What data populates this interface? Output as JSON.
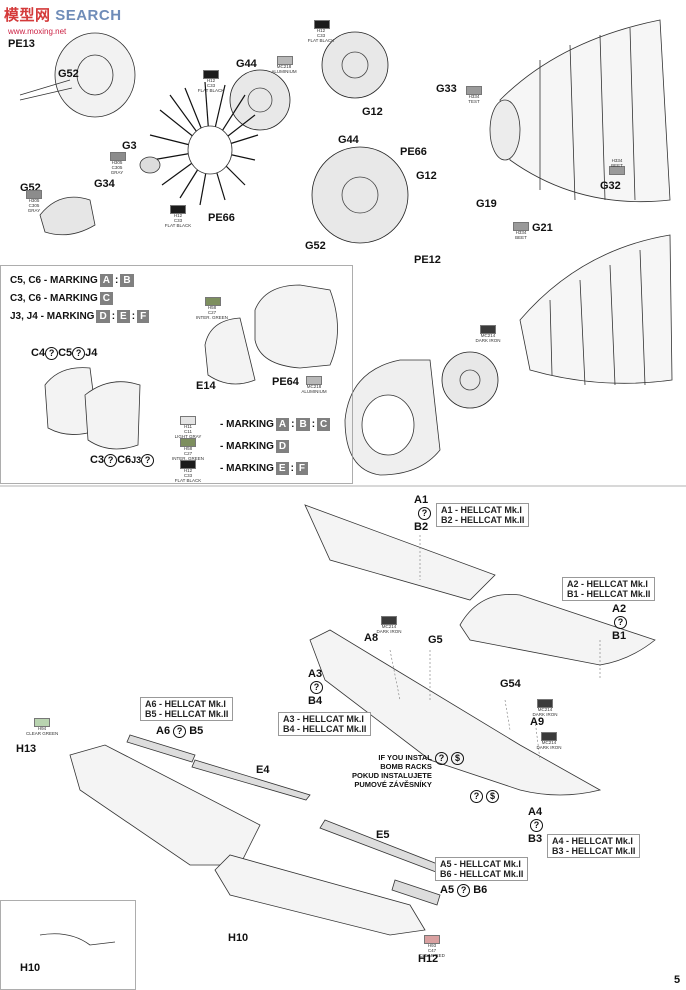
{
  "watermark": {
    "brand": "SEARCH",
    "logo_text": "模型网",
    "url": "www.moxing.net"
  },
  "page_number": "5",
  "engine_parts": [
    {
      "id": "pe13",
      "label": "PE13"
    },
    {
      "id": "g52a",
      "label": "G52"
    },
    {
      "id": "g44a",
      "label": "G44"
    },
    {
      "id": "g12a",
      "label": "G12"
    },
    {
      "id": "g3",
      "label": "G3"
    },
    {
      "id": "g34",
      "label": "G34"
    },
    {
      "id": "g52b",
      "label": "G52"
    },
    {
      "id": "pe66a",
      "label": "PE66"
    },
    {
      "id": "g44b",
      "label": "G44"
    },
    {
      "id": "pe66b",
      "label": "PE66"
    },
    {
      "id": "g12b",
      "label": "G12"
    },
    {
      "id": "g52c",
      "label": "G52"
    },
    {
      "id": "g33",
      "label": "G33"
    },
    {
      "id": "g32",
      "label": "G32"
    },
    {
      "id": "g19",
      "label": "G19"
    },
    {
      "id": "g21",
      "label": "G21"
    },
    {
      "id": "pe12",
      "label": "PE12"
    }
  ],
  "paint_callouts": [
    {
      "id": "c1",
      "code": "H12\nC33\nFLAT BLACK",
      "color": "#1b1b1b"
    },
    {
      "id": "c2",
      "code": "MC218\nALUMINIUM",
      "color": "#b8b8b8"
    },
    {
      "id": "c3",
      "code": "H12\nC33\nFLAT BLACK",
      "color": "#1b1b1b"
    },
    {
      "id": "c4",
      "code": "H305\nC305\nGRAY",
      "color": "#8c8c8c"
    },
    {
      "id": "c5",
      "code": "H305\nC305\nGRAY",
      "color": "#8c8c8c"
    },
    {
      "id": "c6",
      "code": "H12\nC33\nFLAT BLACK",
      "color": "#1b1b1b"
    },
    {
      "id": "c7",
      "code": "H334\nTEST",
      "color": "#9a9a9a"
    },
    {
      "id": "c8",
      "code": "H334\nBEET",
      "color": "#9a9a9a"
    },
    {
      "id": "c9",
      "code": "H334\nBEET",
      "color": "#9a9a9a"
    }
  ],
  "cowl_section": {
    "marking_lines": [
      {
        "parts": "C5, C6 - MARKING",
        "chips": [
          "A",
          "B"
        ]
      },
      {
        "parts": "C3, C6 - MARKING",
        "chips": [
          "C"
        ]
      },
      {
        "parts": "J3, J4 - MARKING",
        "chips": [
          "D",
          "E",
          "F"
        ]
      }
    ],
    "labels": {
      "c4": "C4",
      "c5": "C5",
      "j4": "J4",
      "c3": "C3",
      "c6": "C6",
      "j3": "J3",
      "e14": "E14",
      "pe64": "PE64"
    },
    "callouts": {
      "h58": "H58\nC27\nINTER. GREEN",
      "mc218": "MC218\nALUMINIUM",
      "mc214": "MC214\nDARK IRON"
    },
    "paint_marking_rows": [
      {
        "code": "H11\nC11\nLIGHT GRAY",
        "color": "#e4e4e4",
        "text": "- MARKING",
        "chips": [
          "A",
          "B",
          "C"
        ]
      },
      {
        "code": "H58\nC27\nINTER. GREEN",
        "color": "#7d8f5e",
        "text": "- MARKING",
        "chips": [
          "D"
        ]
      },
      {
        "code": "H12\nC33\nFLAT BLACK",
        "color": "#1b1b1b",
        "text": "- MARKING",
        "chips": [
          "E",
          "F"
        ]
      }
    ]
  },
  "wing_section": {
    "parts": {
      "a1": "A1",
      "b2": "B2",
      "a2": "A2",
      "b1": "B1",
      "a8": "A8",
      "g5": "G5",
      "a3": "A3",
      "b4": "B4",
      "g54": "G54",
      "a9": "A9",
      "a4": "A4",
      "b3": "B3",
      "a6": "A6",
      "b5": "B5",
      "e4": "E4",
      "e5": "E5",
      "a5": "A5",
      "b6": "B6",
      "h13": "H13",
      "h10a": "H10",
      "h10b": "H10",
      "h12": "H12"
    },
    "variant_notes": [
      {
        "id": "n1",
        "lines": [
          "A1 - HELLCAT Mk.I",
          "B2 - HELLCAT Mk.II"
        ]
      },
      {
        "id": "n2",
        "lines": [
          "A2 - HELLCAT Mk.I",
          "B1 - HELLCAT Mk.II"
        ]
      },
      {
        "id": "n3",
        "lines": [
          "A3 - HELLCAT Mk.I",
          "B4 - HELLCAT Mk.II"
        ]
      },
      {
        "id": "n4",
        "lines": [
          "A6 - HELLCAT Mk.I",
          "B5 - HELLCAT Mk.II"
        ]
      },
      {
        "id": "n5",
        "lines": [
          "A4 - HELLCAT Mk.I",
          "B3 - HELLCAT Mk.II"
        ]
      },
      {
        "id": "n6",
        "lines": [
          "A5 - HELLCAT Mk.I",
          "B6 - HELLCAT Mk.II"
        ]
      }
    ],
    "bomb_rack_note": [
      "IF YOU INSTAL",
      "BOMB RACKS",
      "POKUD INSTALUJETE",
      "PUMOVÉ ZÁVĚSNÍKY"
    ],
    "callouts": {
      "mc214a": "MC214\nDARK IRON",
      "mc214b": "MC214\nDARK IRON",
      "mc214c": "MC214\nDARK IRON",
      "h94": "H94\nCLEAR GREEN",
      "h93": "H93\nC47\nCLEAR RED"
    }
  },
  "colors": {
    "chip": "#808080",
    "frame": "#888888",
    "ink": "#111111"
  }
}
